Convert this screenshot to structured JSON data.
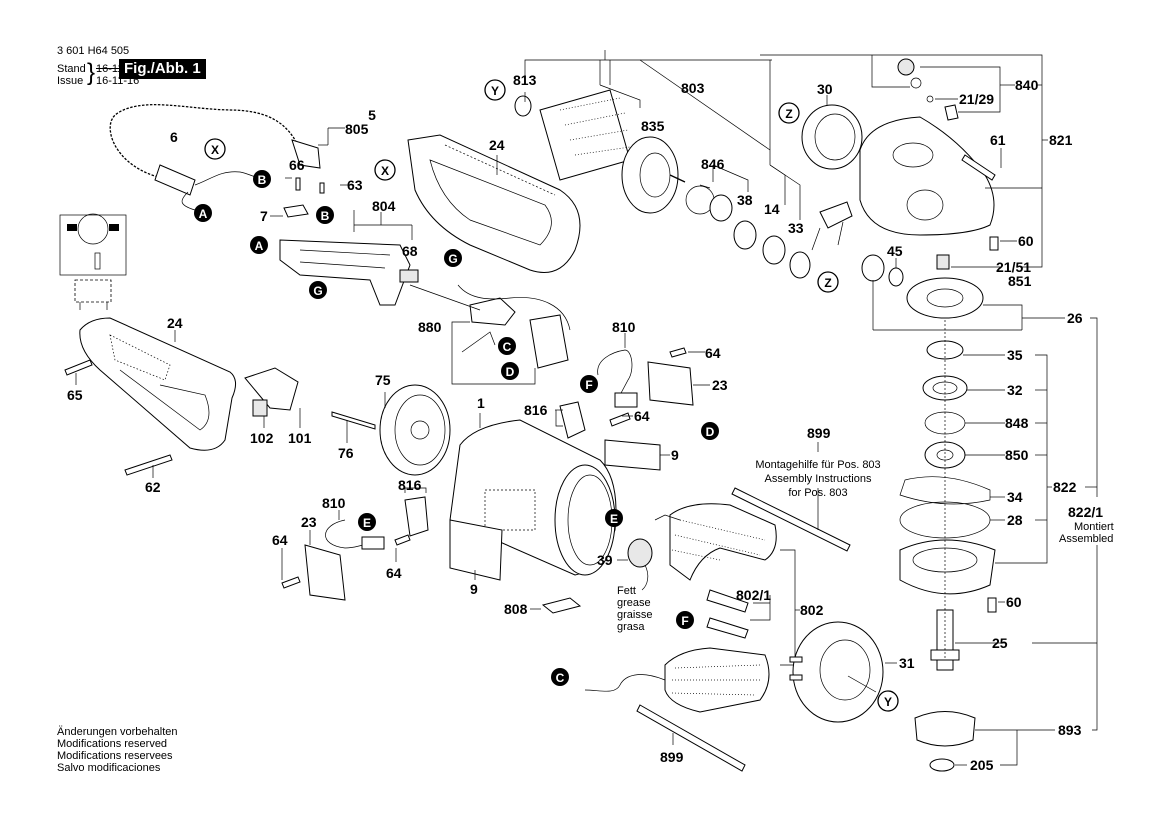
{
  "header": {
    "part_number": "3 601 H64 505",
    "stand_label": "Stand",
    "issue_label": "Issue",
    "stand_date_struck": "16-11-07",
    "issue_date": "16-11-16",
    "figure_label": "Fig./Abb. 1"
  },
  "footer": {
    "lines": [
      "Änderungen vorbehalten",
      "Modifications reserved",
      "Modifications reservees",
      "Salvo modificaciones"
    ]
  },
  "connectors": {
    "A": "A",
    "B": "B",
    "C": "C",
    "D": "D",
    "E": "E",
    "F": "F",
    "G": "G",
    "X": "X",
    "Y": "Y",
    "Z": "Z"
  },
  "parts": {
    "p5": "5",
    "p805": "805",
    "p6": "6",
    "p66": "66",
    "p63": "63",
    "p7": "7",
    "p804": "804",
    "p68": "68",
    "p24a": "24",
    "p24b": "24",
    "p880": "880",
    "p813": "813",
    "p835": "835",
    "p803": "803",
    "p846": "846",
    "p38": "38",
    "p14": "14",
    "p33": "33",
    "p30": "30",
    "p840": "840",
    "p21_29": "21/29",
    "p61": "61",
    "p821": "821",
    "p60a": "60",
    "p45": "45",
    "p21_51": "21/51",
    "p851": "851",
    "p26": "26",
    "p35": "35",
    "p32": "32",
    "p848": "848",
    "p850": "850",
    "p34": "34",
    "p28": "28",
    "p822": "822",
    "p822_1": "822/1",
    "p60b": "60",
    "p25": "25",
    "p893": "893",
    "p205": "205",
    "p31": "31",
    "p65": "65",
    "p102": "102",
    "p101": "101",
    "p62": "62",
    "p75": "75",
    "p76": "76",
    "p1": "1",
    "p810a": "810",
    "p64a": "64",
    "p23a": "23",
    "p816a": "816",
    "p64b": "64",
    "p9a": "9",
    "p899a": "899",
    "p810b": "810",
    "p23b": "23",
    "p816b": "816",
    "p64c": "64",
    "p64d": "64",
    "p9b": "9",
    "p39": "39",
    "p808": "808",
    "p802_1": "802/1",
    "p802": "802",
    "p899b": "899"
  },
  "notes": {
    "assembled_de": "Montiert",
    "assembled_en": "Assembled",
    "assembly_help_de": "Montagehilfe für Pos. 803",
    "assembly_help_en": "Assembly Instructions",
    "assembly_help_en2": "for Pos. 803",
    "grease_de": "Fett",
    "grease_en": "grease",
    "grease_fr": "graisse",
    "grease_es": "grasa"
  }
}
